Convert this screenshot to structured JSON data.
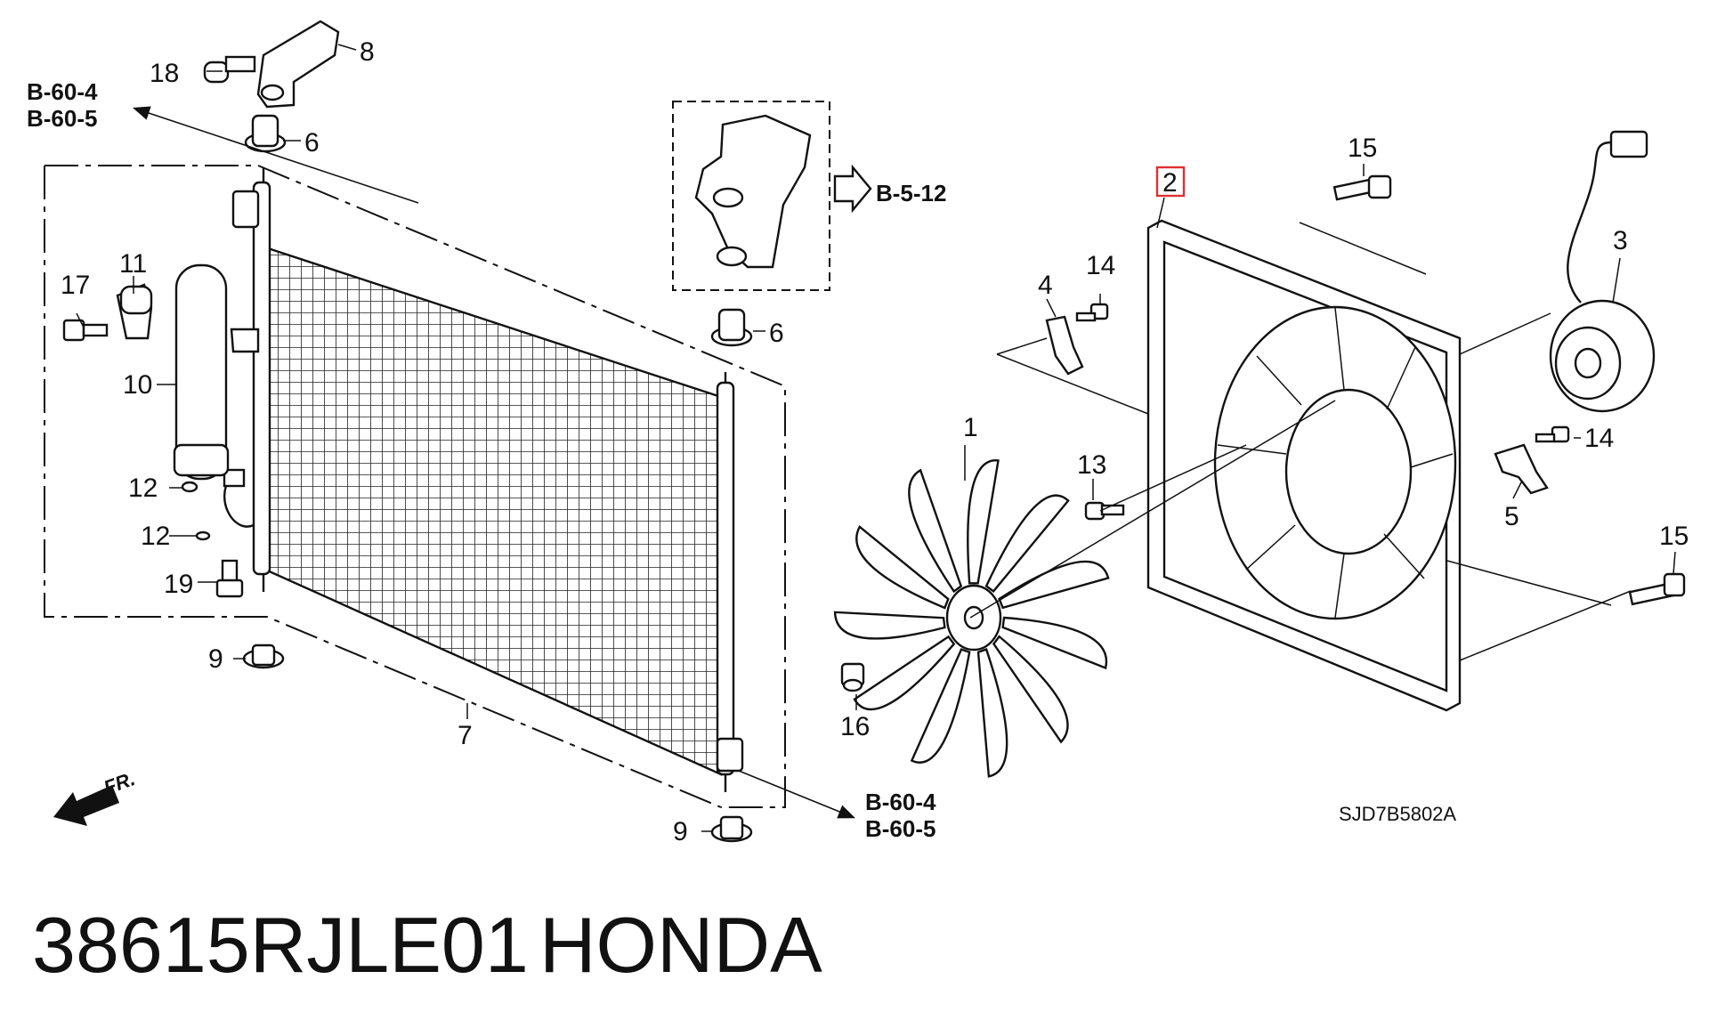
{
  "callouts": [
    {
      "label": "1"
    },
    {
      "label": "2"
    },
    {
      "label": "3"
    },
    {
      "label": "4"
    },
    {
      "label": "5"
    },
    {
      "label": "6"
    },
    {
      "label": "6"
    },
    {
      "label": "7"
    },
    {
      "label": "8"
    },
    {
      "label": "9"
    },
    {
      "label": "9"
    },
    {
      "label": "10"
    },
    {
      "label": "11"
    },
    {
      "label": "12"
    },
    {
      "label": "12"
    },
    {
      "label": "13"
    },
    {
      "label": "14"
    },
    {
      "label": "14"
    },
    {
      "label": "15"
    },
    {
      "label": "15"
    },
    {
      "label": "16"
    },
    {
      "label": "17"
    },
    {
      "label": "18"
    },
    {
      "label": "19"
    }
  ],
  "refs": {
    "top_left_a": "B-60-4",
    "top_left_b": "B-60-5",
    "bottom_a": "B-60-4",
    "bottom_b": "B-60-5",
    "bracket": "B-5-12"
  },
  "front_marker": "FR.",
  "diagram_code": "SJD7B5802A",
  "part_number": "38615RJLE01",
  "brand": "HONDA",
  "highlight_color": "#e03030"
}
